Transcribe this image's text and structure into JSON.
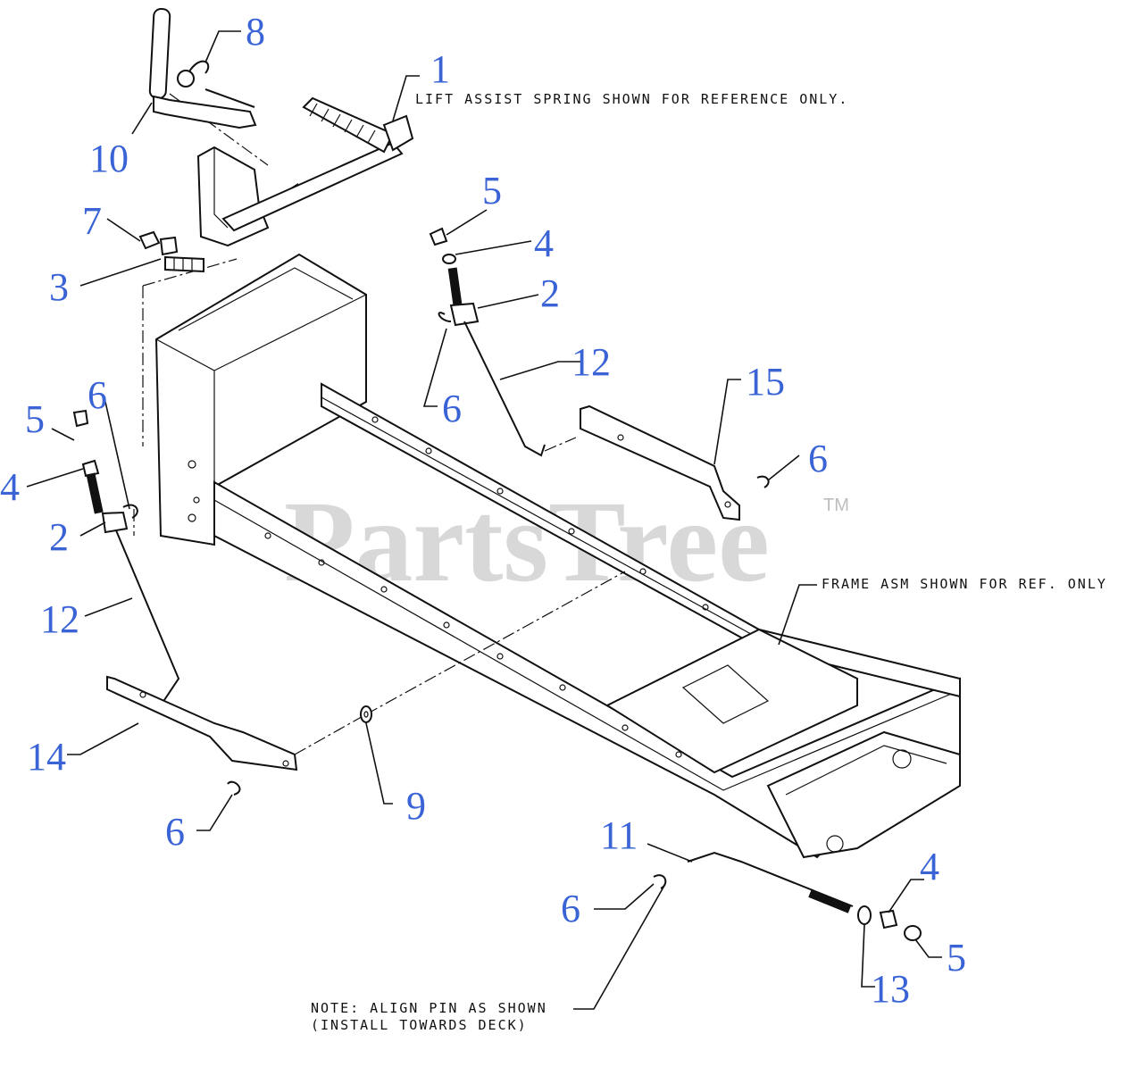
{
  "watermark": {
    "text": "PartsTree",
    "trademark": "TM"
  },
  "notes": {
    "lift_assist": "LIFT ASSIST SPRING SHOWN FOR REFERENCE ONLY.",
    "frame_asm": "FRAME ASM SHOWN FOR REF. ONLY",
    "align_pin_line1": "NOTE: ALIGN PIN AS SHOWN",
    "align_pin_line2": "(INSTALL TOWARDS DECK)"
  },
  "callouts": [
    "1",
    "2",
    "2",
    "3",
    "4",
    "4",
    "4",
    "5",
    "5",
    "5",
    "6",
    "6",
    "6",
    "6",
    "6",
    "7",
    "8",
    "9",
    "10",
    "11",
    "12",
    "12",
    "13",
    "14",
    "15"
  ],
  "colors": {
    "callout": "#3a63d6",
    "linework": "#111111",
    "watermark": "#cfcfcf"
  }
}
